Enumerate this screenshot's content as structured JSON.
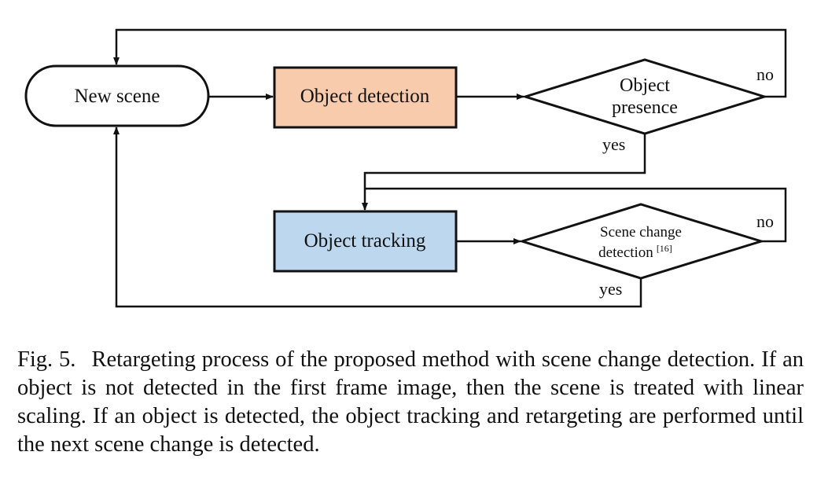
{
  "diagram": {
    "new_scene": "New scene",
    "object_detection": "Object detection",
    "object_presence_line1": "Object",
    "object_presence_line2": "presence",
    "object_tracking": "Object tracking",
    "scene_change_line1": "Scene change",
    "scene_change_line2": "detection",
    "scene_change_ref": "[16]",
    "no_top": "no",
    "yes_top": "yes",
    "no_bottom": "no",
    "yes_bottom": "yes",
    "colors": {
      "object_detection_fill": "#f8cbad",
      "object_tracking_fill": "#bdd7ee",
      "stroke": "#111111"
    }
  },
  "caption": {
    "label": "Fig. 5.",
    "text": "Retargeting process of the proposed method with scene change detection. If an object is not detected in the first frame image, then the scene is treated with linear scaling. If an object is detected, the object tracking and retargeting are performed until the next scene change is detected."
  }
}
